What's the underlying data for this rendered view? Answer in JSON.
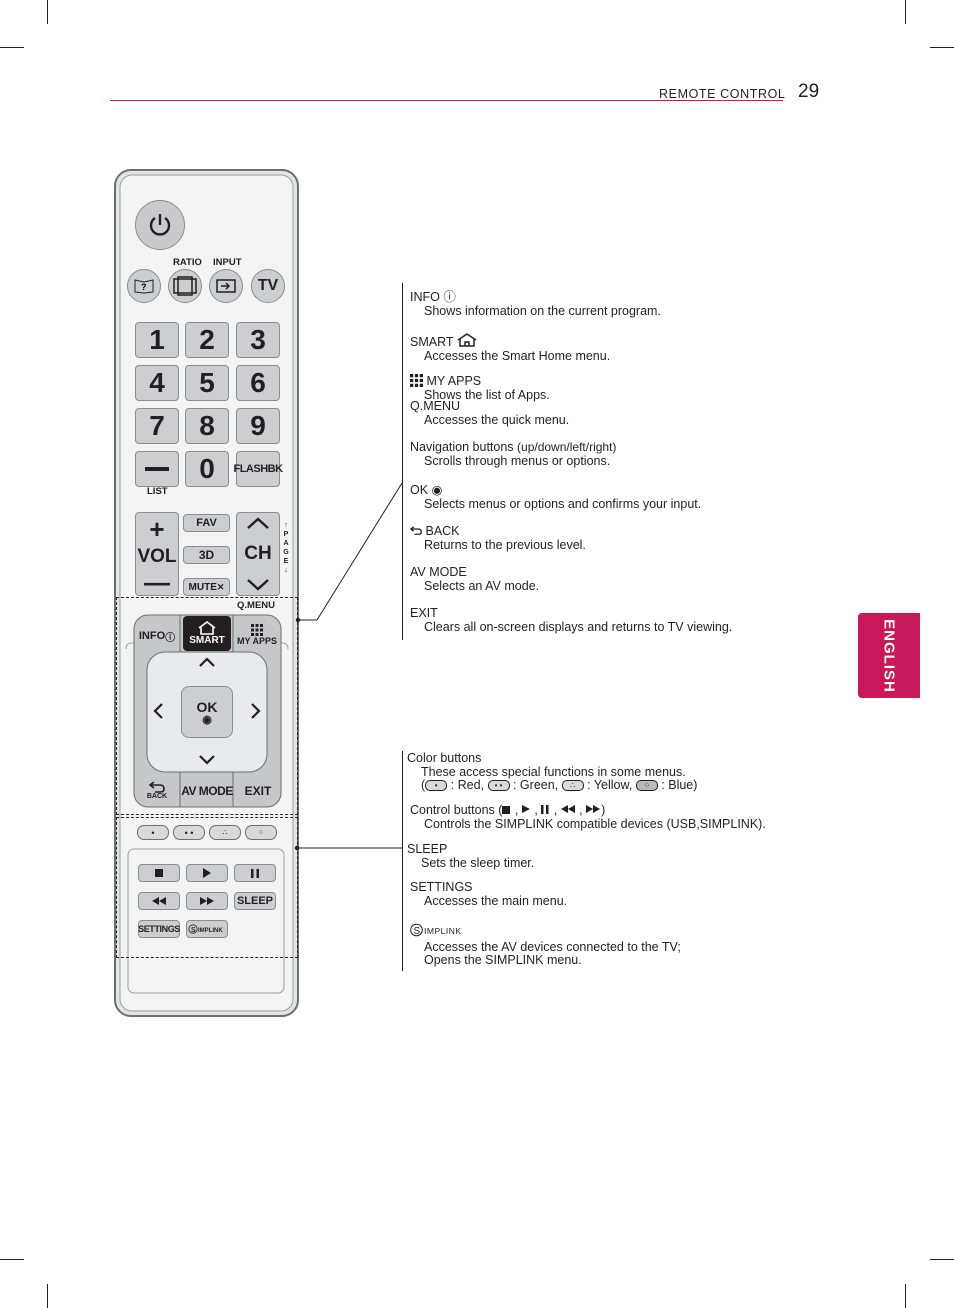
{
  "header": {
    "section": "REMOTE CONTROL",
    "page": "29"
  },
  "side_tab": "ENGLISH",
  "remote": {
    "ratio": "RATIO",
    "input": "INPUT",
    "tv": "TV",
    "digits": [
      "1",
      "2",
      "3",
      "4",
      "5",
      "6",
      "7",
      "8",
      "9",
      "0"
    ],
    "list": "LIST",
    "flashbk": "FLASHBK",
    "vol": "VOL",
    "ch": "CH",
    "fav": "FAV",
    "three_d": "3D",
    "mute": "MUTE",
    "page": [
      "P",
      "A",
      "G",
      "E"
    ],
    "qmenu": "Q.MENU",
    "info": "INFO",
    "smart": "SMART",
    "my_apps": "MY APPS",
    "ok": "OK",
    "back": "BACK",
    "av_mode": "AV MODE",
    "exit": "EXIT",
    "sleep": "SLEEP",
    "settings": "SETTINGS",
    "simplink": "SIMPLINK"
  },
  "upper_descriptions": [
    {
      "title": "INFO ⓘ",
      "text": "Shows information on the current program."
    },
    {
      "title": "SMART",
      "text": "Accesses the Smart Home menu."
    },
    {
      "title": "MY APPS",
      "text": "Shows the list of Apps."
    },
    {
      "title": "Q.MENU",
      "text": "Accesses the quick menu."
    },
    {
      "title": "Navigation buttons",
      "title_suffix": "(up/down/left/right)",
      "text": "Scrolls through menus or options."
    },
    {
      "title": "OK ◉",
      "text": "Selects menus or options and confirms your input."
    },
    {
      "title": "BACK",
      "text": "Returns to the previous level."
    },
    {
      "title": "AV MODE",
      "text": "Selects an AV mode."
    },
    {
      "title": "EXIT",
      "text": "Clears all on-screen displays and returns to TV viewing."
    }
  ],
  "lower_descriptions": {
    "color_title": "Color buttons",
    "color_text": "These access special functions in some menus.",
    "color_red": ": Red,",
    "color_green": ": Green,",
    "color_yellow": ": Yellow,",
    "color_blue": ": Blue)",
    "control_title": "Control buttons (",
    "control_text": "Controls the SIMPLINK compatible devices (USB,SIMPLINK).",
    "sleep_title": "SLEEP",
    "sleep_text": "Sets the sleep timer.",
    "settings_title": "SETTINGS",
    "settings_text": "Accesses the main menu.",
    "simplink_text_1": "Accesses the AV devices connected to the TV;",
    "simplink_text_2": "Opens the SIMPLINK menu."
  },
  "icons": [
    "power-icon",
    "guide-icon",
    "ratio-icon",
    "input-icon",
    "home-icon",
    "apps-grid-icon",
    "back-arrow-icon",
    "simplink-icon",
    "stop-icon",
    "play-icon",
    "pause-icon",
    "rewind-icon",
    "fast-forward-icon",
    "mute-icon",
    "info-icon",
    "ok-dot-icon"
  ]
}
